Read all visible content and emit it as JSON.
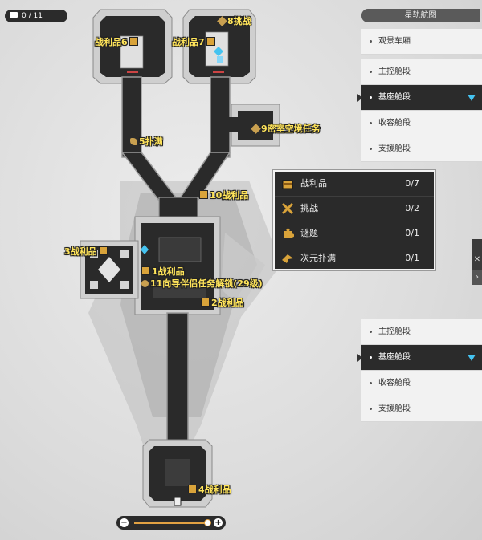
{
  "top_counter": {
    "icon": "collectible-counter-icon",
    "text": "0 / 11"
  },
  "map_button": {
    "label": "星轨航图"
  },
  "floors_top": [
    {
      "label": "观景车厢",
      "active": false
    },
    {
      "label": "主控舱段",
      "active": false
    },
    {
      "label": "基座舱段",
      "active": true
    },
    {
      "label": "收容舱段",
      "active": false
    },
    {
      "label": "支援舱段",
      "active": false
    }
  ],
  "floors_bottom": [
    {
      "label": "主控舱段",
      "active": false
    },
    {
      "label": "基座舱段",
      "active": true
    },
    {
      "label": "收容舱段",
      "active": false
    },
    {
      "label": "支援舱段",
      "active": false
    }
  ],
  "legend": [
    {
      "name": "战利品",
      "value": "0/7",
      "icon": "treasure-chest-icon"
    },
    {
      "name": "挑战",
      "value": "0/2",
      "icon": "crossed-swords-icon"
    },
    {
      "name": "谜题",
      "value": "0/1",
      "icon": "puzzle-piece-icon"
    },
    {
      "name": "次元扑满",
      "value": "0/1",
      "icon": "origami-bird-icon"
    }
  ],
  "map_labels": {
    "l1": "1战利品",
    "l2": "2战利品",
    "l3": "3战利品",
    "l4": "4战利品",
    "l5": "5扑满",
    "l6": "战利品6",
    "l7": "战利品7",
    "l8": "8挑战",
    "l9": "9密室空境任务",
    "l10": "10战利品",
    "l11": "11向导伴侣任务解锁(29级)"
  },
  "zoom": {
    "minus": "−",
    "plus": "+",
    "level": 0.92
  },
  "colors": {
    "accent_blue": "#45c3f0",
    "label_yellow": "#ffe45a",
    "panel_dark": "#2b2b2b",
    "zoom_orange": "#e2a243"
  }
}
